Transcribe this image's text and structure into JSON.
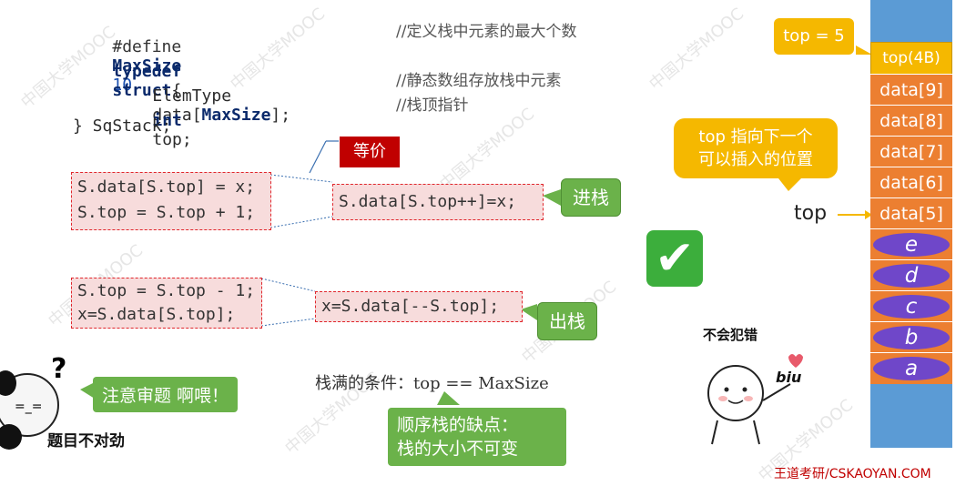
{
  "code": {
    "l1": {
      "kw": "#define",
      "name": "MaxSize",
      "num": "10",
      "comment": "//定义栈中元素的最大个数"
    },
    "l2": {
      "kw1": "typedef",
      "kw2": "struct",
      "brace": "{"
    },
    "l3": {
      "type": "ElemType",
      "rest": "data[",
      "size": "MaxSize",
      "end": "];",
      "comment": "//静态数组存放栈中元素"
    },
    "l4": {
      "kw": "int",
      "rest": "top;",
      "comment": "//栈顶指针"
    },
    "l5": "} SqStack;"
  },
  "push": {
    "line1": "S.data[S.top] = x;",
    "line2": "S.top = S.top + 1;",
    "combined": "S.data[S.top++]=x;",
    "equiv_label": "等价",
    "label": "进栈"
  },
  "pop": {
    "line1": "S.top = S.top - 1;",
    "line2": "x=S.data[S.top];",
    "combined": "x=S.data[--S.top];",
    "label": "出栈"
  },
  "notes": {
    "top_eq": "top = 5",
    "top_points": "top 指向下一个\n可以插入的位置",
    "top_pointer": "top",
    "full_condition": "栈满的条件：top == MaxSize",
    "drawback": "顺序栈的缺点：\n栈的大小不可变",
    "attention": "注意审题 啊喂！",
    "wrong": "题目不对劲",
    "no_mistake": "不会犯错",
    "biu": "biu",
    "checkmark": "✔"
  },
  "stack": {
    "top_cell": "top(4B)",
    "cells": [
      "data[9]",
      "data[8]",
      "data[7]",
      "data[6]",
      "data[5]"
    ],
    "elements": [
      "e",
      "d",
      "c",
      "b",
      "a"
    ]
  },
  "bottom_cut": "王道考研/CSKAOYAN.COM"
}
